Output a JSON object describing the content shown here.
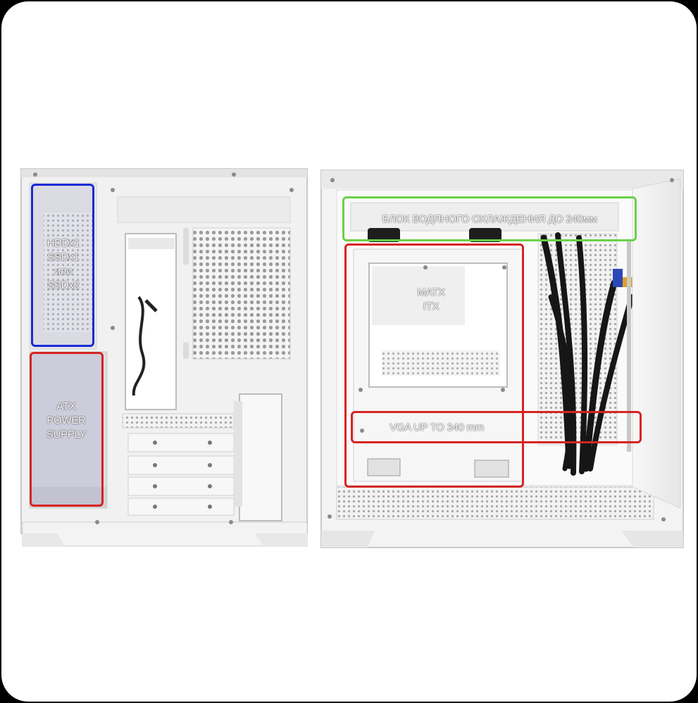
{
  "colors": {
    "background_frame": "#000000",
    "card": "#ffffff",
    "hdd_zone": "#1b2bd6",
    "psu_zone": "#d62424",
    "water_cooling_zone": "#6ad14a",
    "motherboard_zone": "#d62424",
    "vga_zone": "#d62424"
  },
  "left_panel": {
    "drive_zone": {
      "lines": [
        "HDDx1",
        "SSDx1",
        "или",
        "SSDx2"
      ]
    },
    "psu_zone": {
      "lines": [
        "ATX",
        "POWER",
        "SUPPLY"
      ]
    }
  },
  "right_panel": {
    "cooling_zone": {
      "label": "БЛОК ВОДЯНОГО ОХЛАЖДЕНИЯ ДО 240мм"
    },
    "motherboard_zone": {
      "lines": [
        "MATX",
        "ITX"
      ]
    },
    "vga_zone": {
      "label": "VGA UP TO 340 mm"
    }
  }
}
